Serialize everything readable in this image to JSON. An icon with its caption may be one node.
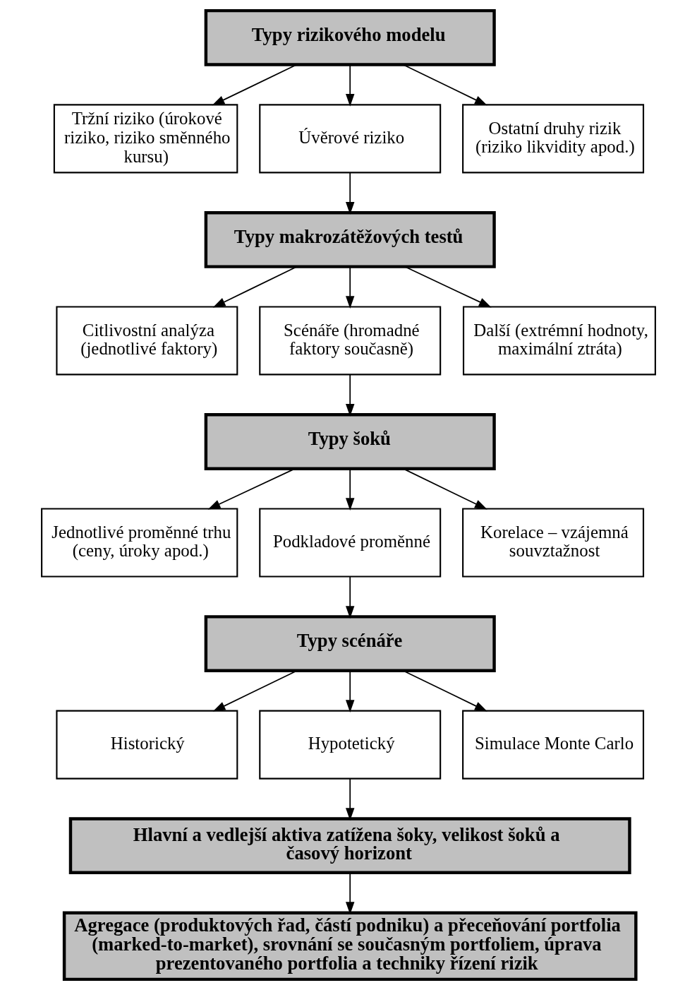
{
  "diagram": {
    "nodes": [
      {
        "text": [
          "Typy rizikového modelu"
        ]
      },
      {
        "text": [
          "Tržní riziko (úrokové riziko, riziko směnného kursu)"
        ]
      },
      {
        "text": [
          "Úvěrové riziko"
        ]
      },
      {
        "text": [
          "Ostatní druhy rizik (riziko likvidity apod.)"
        ]
      },
      {
        "text": [
          "Typy makrozátěžových testů"
        ]
      },
      {
        "text": [
          "Citlivostní analýza (jednotlivé faktory)"
        ]
      },
      {
        "text": [
          "Scénáře (hromadné faktory současně)"
        ]
      },
      {
        "text": [
          "Další (extrémní hodnoty, maximální ztráta)"
        ]
      },
      {
        "text": [
          "Typy šoků"
        ]
      },
      {
        "text": [
          "Jednotlivé proměnné trhu (ceny, úroky apod.)"
        ]
      },
      {
        "text": [
          "Podkladové proměnné"
        ]
      },
      {
        "text": [
          "Korelace – vzájemná souvztažnost"
        ]
      },
      {
        "text": [
          "Typy scénáře"
        ]
      },
      {
        "text": [
          "Historický"
        ]
      },
      {
        "text": [
          "Hypotetický"
        ]
      },
      {
        "text": [
          "Simulace Monte Carlo"
        ]
      },
      {
        "text": [
          "Hlavní a vedlejší aktiva zatížena šoky, velikost šoků a časový horizont"
        ]
      },
      {
        "text": [
          "Agregace (produktových řad, částí podniku) a přeceňování portfolia (marked-to-market), srovnání se současným portfoliem, úprava prezentovaného portfolia a techniky řízení rizik"
        ]
      }
    ],
    "edges": [
      {
        "from": 0,
        "to": 1,
        "arrow": "to"
      },
      {
        "from": 0,
        "to": 2,
        "arrow": "to"
      },
      {
        "from": 0,
        "to": 3,
        "arrow": "to"
      },
      {
        "from": 2,
        "to": 4,
        "arrow": "to"
      },
      {
        "from": 4,
        "to": 5,
        "arrow": "to"
      },
      {
        "from": 4,
        "to": 6,
        "arrow": "to"
      },
      {
        "from": 4,
        "to": 7,
        "arrow": "to"
      },
      {
        "from": 6,
        "to": 8,
        "arrow": "to"
      },
      {
        "from": 8,
        "to": 9,
        "arrow": "to"
      },
      {
        "from": 8,
        "to": 10,
        "arrow": "to"
      },
      {
        "from": 8,
        "to": 11,
        "arrow": "to"
      },
      {
        "from": 10,
        "to": 12,
        "arrow": "to"
      },
      {
        "from": 12,
        "to": 13,
        "arrow": "to"
      },
      {
        "from": 12,
        "to": 14,
        "arrow": "to"
      },
      {
        "from": 12,
        "to": 15,
        "arrow": "to"
      },
      {
        "from": 14,
        "to": 16,
        "arrow": "to"
      },
      {
        "from": 16,
        "to": 17,
        "arrow": "to"
      }
    ]
  }
}
